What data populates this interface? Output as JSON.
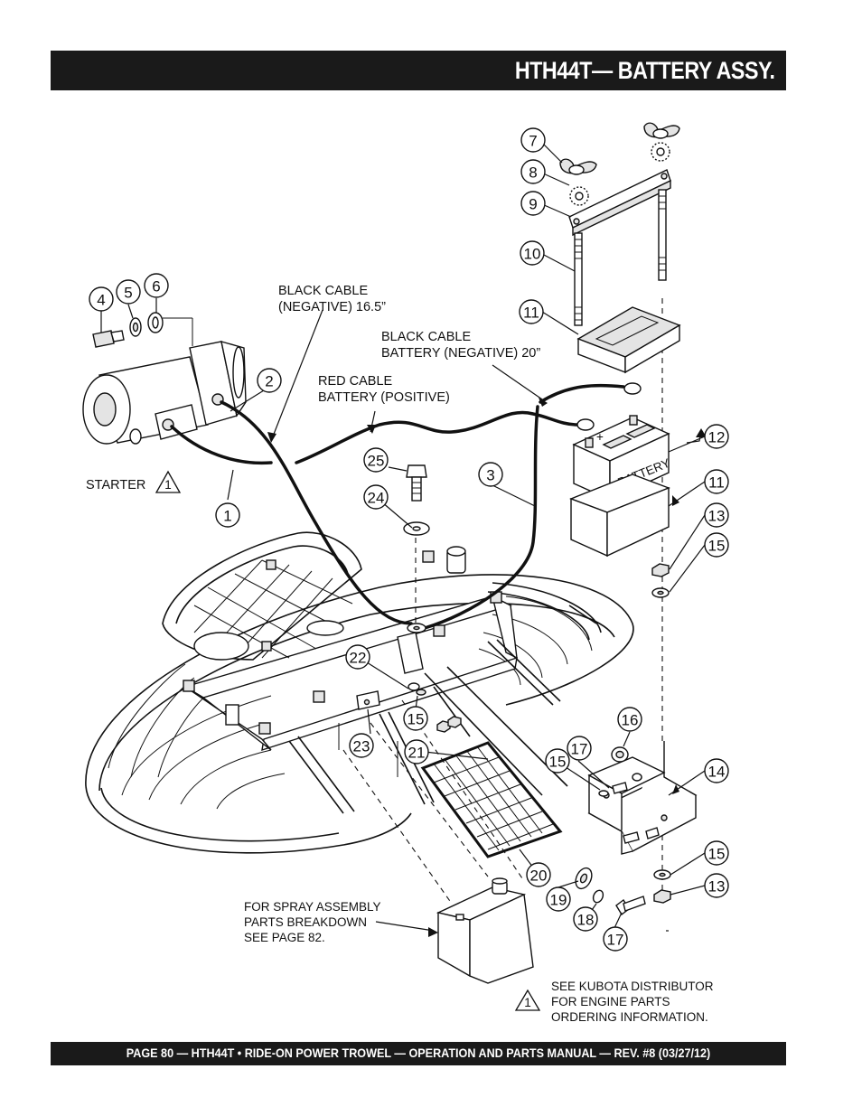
{
  "header": {
    "title": "HTH44T— BATTERY ASSY."
  },
  "footer": {
    "text": "PAGE 80 — HTH44T • RIDE-ON POWER TROWEL —  OPERATION AND PARTS MANUAL — REV. #8 (03/27/12)"
  },
  "labels": {
    "black_cable_neg_line1": "BLACK CABLE",
    "black_cable_neg_line2": "(NEGATIVE) 16.5”",
    "black_cable_batt_line1": "BLACK CABLE",
    "black_cable_batt_line2": "BATTERY (NEGATIVE) 20”",
    "red_cable_line1": "RED CABLE",
    "red_cable_line2": "BATTERY (POSITIVE)",
    "starter": "STARTER",
    "battery": "BATTERY",
    "terminal_plus": "+",
    "spray_line1": "FOR SPRAY ASSEMBLY",
    "spray_line2": "PARTS BREAKDOWN",
    "spray_line3": "SEE PAGE 82.",
    "kubota_line1": "SEE KUBOTA DISTRIBUTOR",
    "kubota_line2": "FOR ENGINE PARTS",
    "kubota_line3": "ORDERING INFORMATION.",
    "warning_symbol": "1"
  },
  "callouts": [
    "1",
    "2",
    "3",
    "4",
    "5",
    "6",
    "7",
    "8",
    "9",
    "10",
    "11",
    "11",
    "12",
    "13",
    "15",
    "14",
    "15",
    "13",
    "15",
    "16",
    "17",
    "15",
    "17",
    "18",
    "19",
    "20",
    "21",
    "22",
    "23",
    "24",
    "25"
  ]
}
